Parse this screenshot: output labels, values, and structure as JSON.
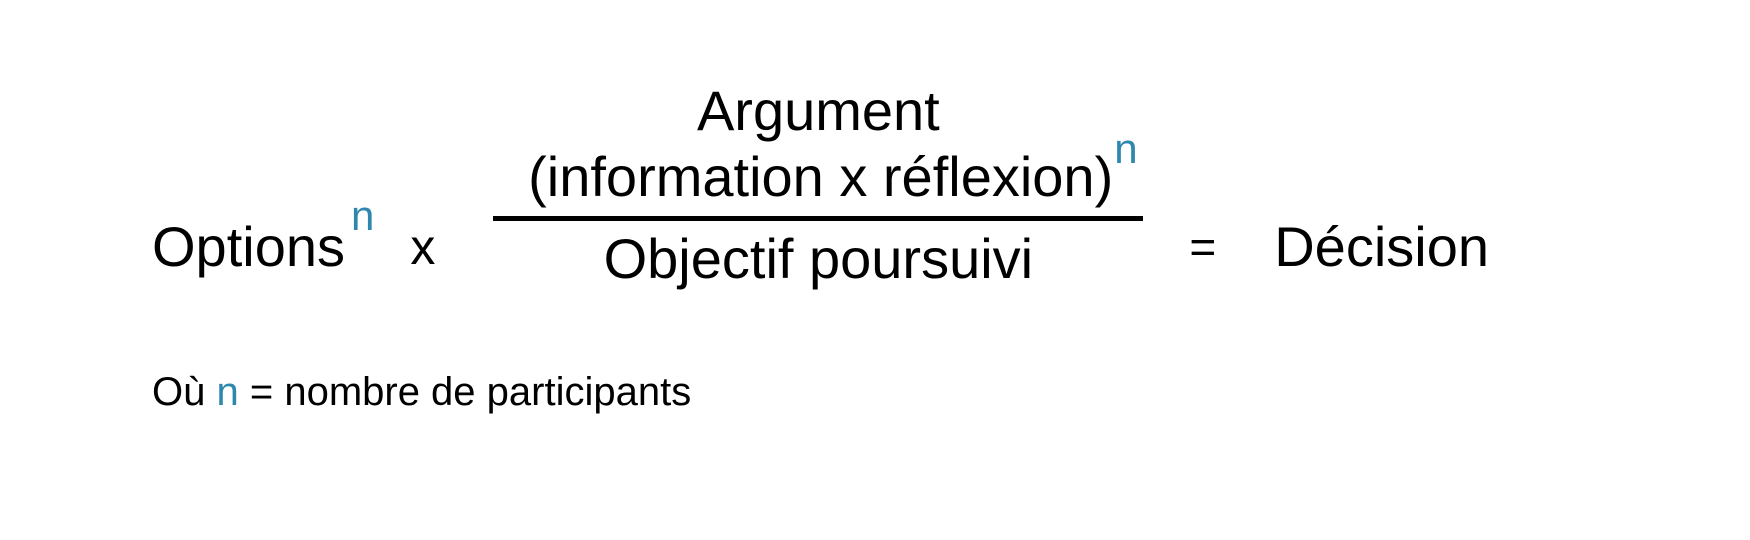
{
  "slide": {
    "background_color": "#ffffff",
    "text_color": "#000000",
    "accent_color": "#2e87ad"
  },
  "equation": {
    "left_term": {
      "base": "Options",
      "exponent": "n"
    },
    "multiplication_operator": "x",
    "fraction": {
      "top_label": "Argument",
      "numerator": {
        "base": "(information x réflexion)",
        "exponent": "n"
      },
      "denominator": "Objectif poursuivi"
    },
    "equals_operator": "=",
    "result": "Décision"
  },
  "caption": {
    "prefix": "Où ",
    "variable": "n",
    "definition": " = nombre de participants"
  }
}
